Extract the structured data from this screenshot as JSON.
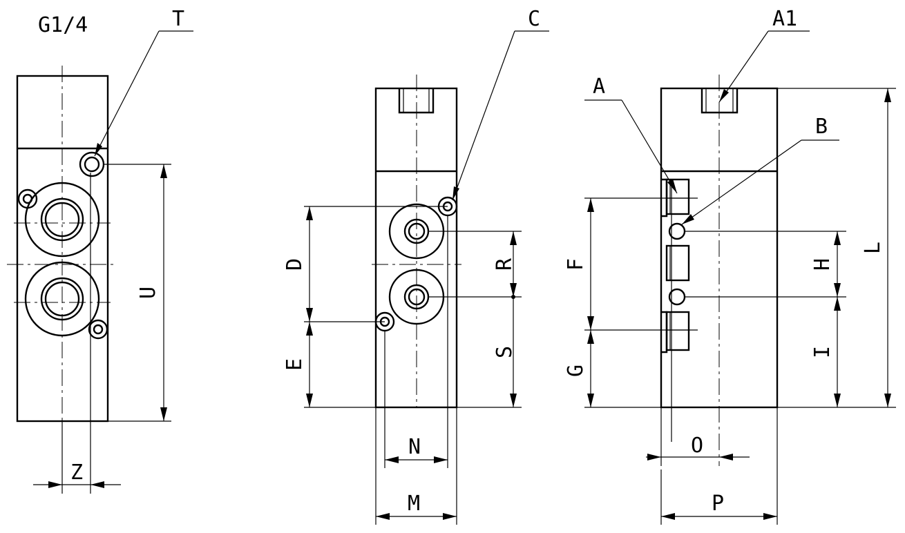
{
  "thread_note": "G1/4",
  "labels": {
    "T": "T",
    "U": "U",
    "Z": "Z",
    "C": "C",
    "D": "D",
    "E": "E",
    "R": "R",
    "S": "S",
    "N": "N",
    "M": "M",
    "A1": "A1",
    "A": "A",
    "B": "B",
    "F": "F",
    "G": "G",
    "H": "H",
    "I": "I",
    "L": "L",
    "O": "O",
    "P": "P"
  },
  "colors": {
    "line": "#000000",
    "background": "#ffffff"
  }
}
